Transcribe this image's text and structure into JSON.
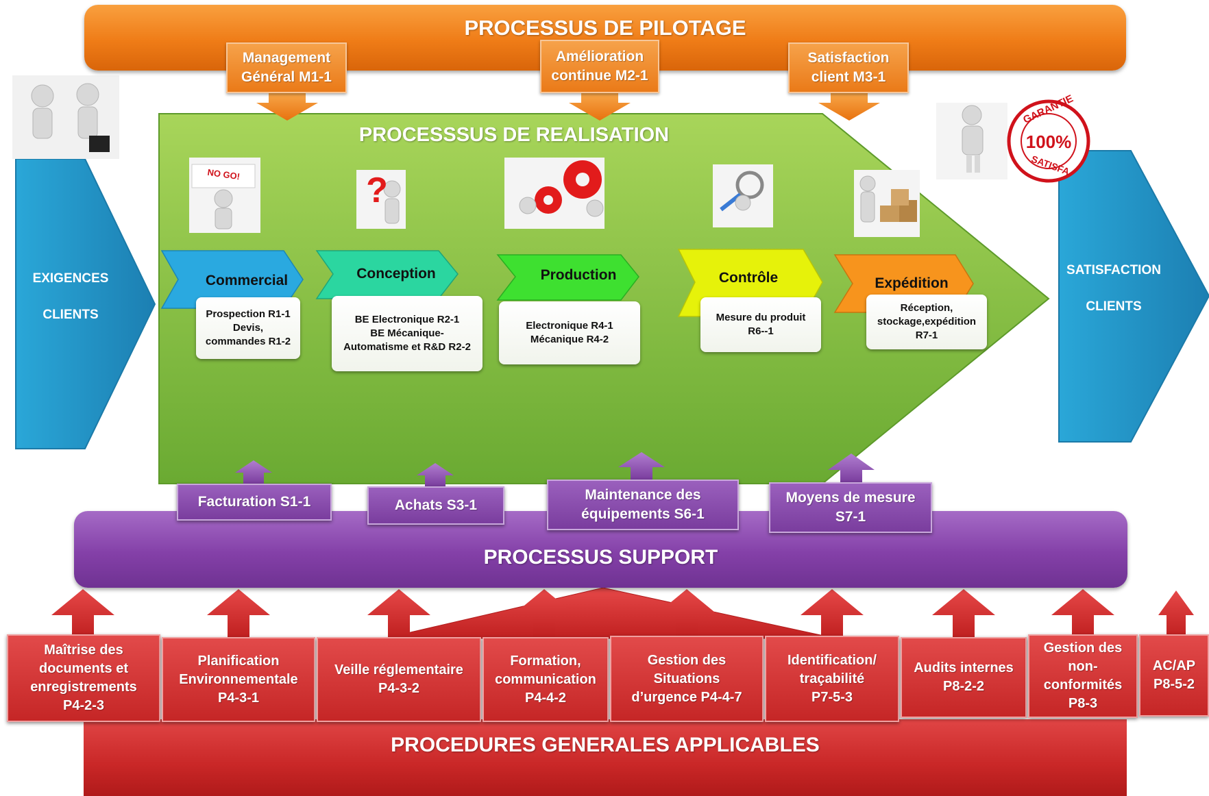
{
  "pilotage": {
    "title": "PROCESSUS DE PILOTAGE",
    "items": [
      {
        "line1": "Management",
        "line2": "Général M1-1"
      },
      {
        "line1": "Amélioration",
        "line2": "continue M2-1"
      },
      {
        "line1": "Satisfaction",
        "line2": "client M3-1"
      }
    ]
  },
  "realisation": {
    "title": "PROCESSSUS DE REALISATION",
    "stages": [
      {
        "label": "Commercial",
        "lines": [
          "Prospection R1-1",
          "Devis,",
          "commandes R1-2"
        ],
        "color": "#2aa9e0"
      },
      {
        "label": "Conception",
        "lines": [
          "BE Electronique R2-1",
          "BE Mécanique-",
          "Automatisme et R&D R2-2"
        ],
        "color": "#2bd6a0"
      },
      {
        "label": "Production",
        "lines": [
          "Electronique R4-1",
          "Mécanique R4-2"
        ],
        "color": "#3ee030"
      },
      {
        "label": "Contrôle",
        "lines": [
          "Mesure du produit",
          "R6--1"
        ],
        "color": "#e6f20a"
      },
      {
        "label": "Expédition",
        "lines": [
          "Réception,",
          "stockage,expédition",
          "R7-1"
        ],
        "color": "#f7941d"
      }
    ],
    "illustrations": {
      "sign_text": "NO GO!",
      "guarantee_top": "GARANTIE",
      "guarantee_value": "100%",
      "guarantee_bottom": "SATISFA"
    }
  },
  "inputs": {
    "line1": "EXIGENCES",
    "line2": "CLIENTS"
  },
  "outputs": {
    "line1": "SATISFACTION",
    "line2": "CLIENTS"
  },
  "support": {
    "title": "PROCESSUS SUPPORT",
    "items": [
      {
        "line1": "Facturation S1-1",
        "line2": ""
      },
      {
        "line1": "Achats S3-1",
        "line2": ""
      },
      {
        "line1": "Maintenance des",
        "line2": "équipements S6-1"
      },
      {
        "line1": "Moyens de mesure",
        "line2": "S7-1"
      }
    ]
  },
  "procedures": {
    "title": "PROCEDURES GENERALES APPLICABLES",
    "items": [
      {
        "lines": [
          "Maîtrise des",
          "documents et",
          "enregistrements",
          "P4-2-3"
        ]
      },
      {
        "lines": [
          "Planification",
          "Environnementale",
          "P4-3-1"
        ]
      },
      {
        "lines": [
          "Veille réglementaire",
          "P4-3-2"
        ]
      },
      {
        "lines": [
          "Formation,",
          "communication",
          "P4-4-2"
        ]
      },
      {
        "lines": [
          "Gestion des",
          "Situations",
          "d’urgence P4-4-7"
        ]
      },
      {
        "lines": [
          "Identification/",
          "traçabilité",
          "P7-5-3"
        ]
      },
      {
        "lines": [
          "Audits internes",
          "P8-2-2"
        ]
      },
      {
        "lines": [
          "Gestion des",
          "non-",
          "conformités",
          "P8-3"
        ]
      },
      {
        "lines": [
          "AC/AP",
          "P8-5-2"
        ]
      }
    ]
  },
  "colors": {
    "pilotage": "#ef7c17",
    "realisation": "#7dc242",
    "support": "#8440a8",
    "procedures": "#c92727",
    "clients": "#2aa7d8"
  }
}
